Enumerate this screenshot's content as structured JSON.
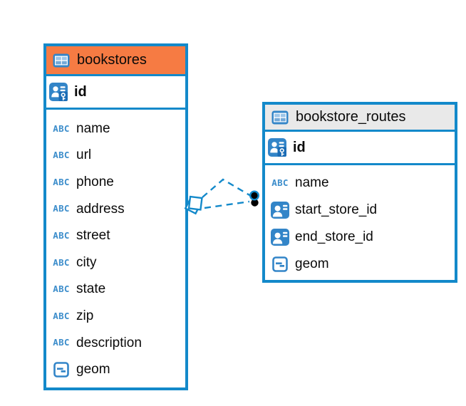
{
  "app": {
    "view": "erd-diagram"
  },
  "colors": {
    "table_border": "#1389CA",
    "bookstores_header": "#F67B43",
    "routes_header": "#E9E9E9",
    "icon_blue": "#3385C8",
    "icon_blue_dark": "#1B6CB5",
    "icon_cell_light": "#9DC6E9",
    "icon_cell_mid": "#74A9D8",
    "text_type": "#3C8DCB",
    "connector": "#1389CA",
    "text": "#0A0A0A"
  },
  "icons": {
    "text_type_label": "ABC"
  },
  "tables": [
    {
      "title": "bookstores",
      "primary_key": "id",
      "columns": [
        "name",
        "url",
        "phone",
        "address",
        "street",
        "city",
        "state",
        "zip",
        "description",
        "geom"
      ],
      "column_types": [
        "text",
        "text",
        "text",
        "text",
        "text",
        "text",
        "text",
        "text",
        "text",
        "geometry"
      ]
    },
    {
      "title": "bookstore_routes",
      "primary_key": "id",
      "columns": [
        "name",
        "start_store_id",
        "end_store_id",
        "geom"
      ],
      "column_types": [
        "text",
        "reference",
        "reference",
        "geometry"
      ]
    }
  ],
  "relationships": {
    "count": 2,
    "from_table": "bookstores",
    "to_table": "bookstore_routes",
    "line_style": "dashed",
    "source_marker": "overlapping-squares",
    "target_marker": "filled-circles"
  }
}
